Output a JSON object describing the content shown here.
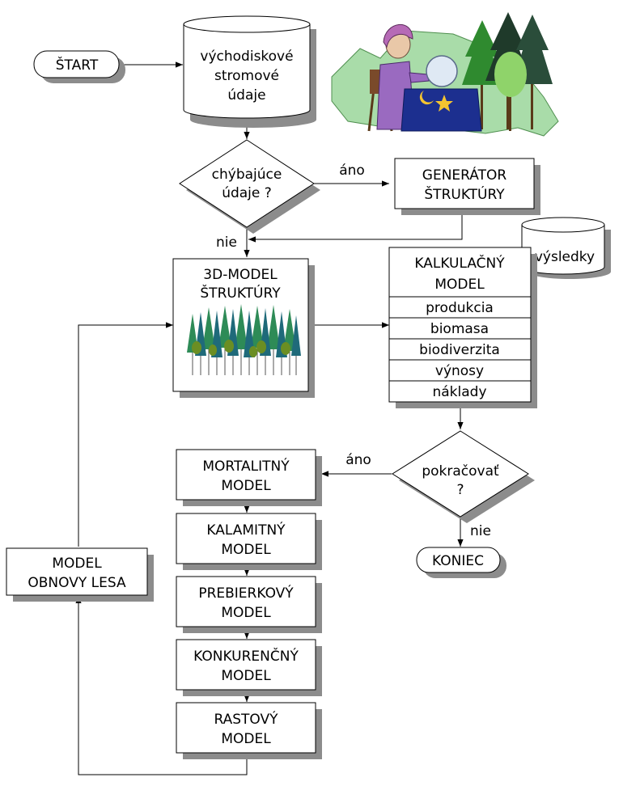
{
  "start": "ŠTART",
  "input_data": [
    "východiskové",
    "stromové",
    "údaje"
  ],
  "missing_data_decision": [
    "chýbajúce",
    "údaje ?"
  ],
  "yes_label": "áno",
  "no_label": "nie",
  "structure_generator": [
    "GENERÁTOR",
    "ŠTRUKTÚRY"
  ],
  "structure_model": [
    "3D-MODEL",
    "ŠTRUKTÚRY"
  ],
  "results_store": "výsledky",
  "calculation_model": {
    "title": [
      "KALKULAČNÝ",
      "MODEL"
    ],
    "rows": [
      "produkcia",
      "biomasa",
      "biodiverzita",
      "výnosy",
      "náklady"
    ]
  },
  "continue_decision": [
    "pokračovať",
    "?"
  ],
  "end": "KONIEC",
  "mortality_model": [
    "MORTALITNÝ",
    "MODEL"
  ],
  "calamity_model": [
    "KALAMITNÝ",
    "MODEL"
  ],
  "thinning_model": [
    "PREBIERKOVÝ",
    "MODEL"
  ],
  "competition_model": [
    "KONKURENČNÝ",
    "MODEL"
  ],
  "growth_model": [
    "RASTOVÝ",
    "MODEL"
  ],
  "regeneration_model": [
    "MODEL",
    "OBNOVY LESA"
  ]
}
